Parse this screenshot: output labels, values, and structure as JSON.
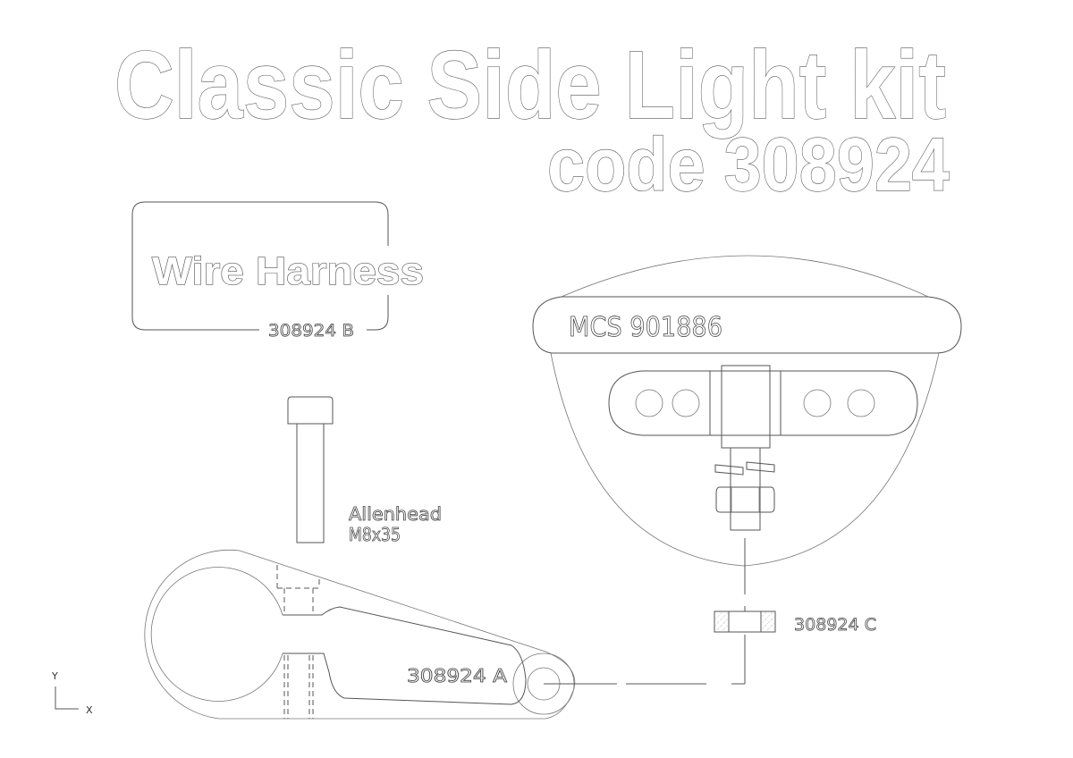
{
  "title": {
    "line1": "Classic Side Light kit",
    "line2": "code 308924"
  },
  "parts": {
    "wire_harness": {
      "label": "Wire Harness",
      "code": "308924 B"
    },
    "light_housing": {
      "label": "MCS 901886"
    },
    "bolt": {
      "label_line1": "Allenhead",
      "label_line2": "M8x35"
    },
    "bracket": {
      "code": "308924 A"
    },
    "spacer": {
      "code": "308924 C"
    }
  },
  "axis_indicator": {
    "y_label": "Y",
    "x_label": "X"
  },
  "colors": {
    "line": "#555555",
    "background": "#ffffff",
    "hatch": "#888888"
  }
}
